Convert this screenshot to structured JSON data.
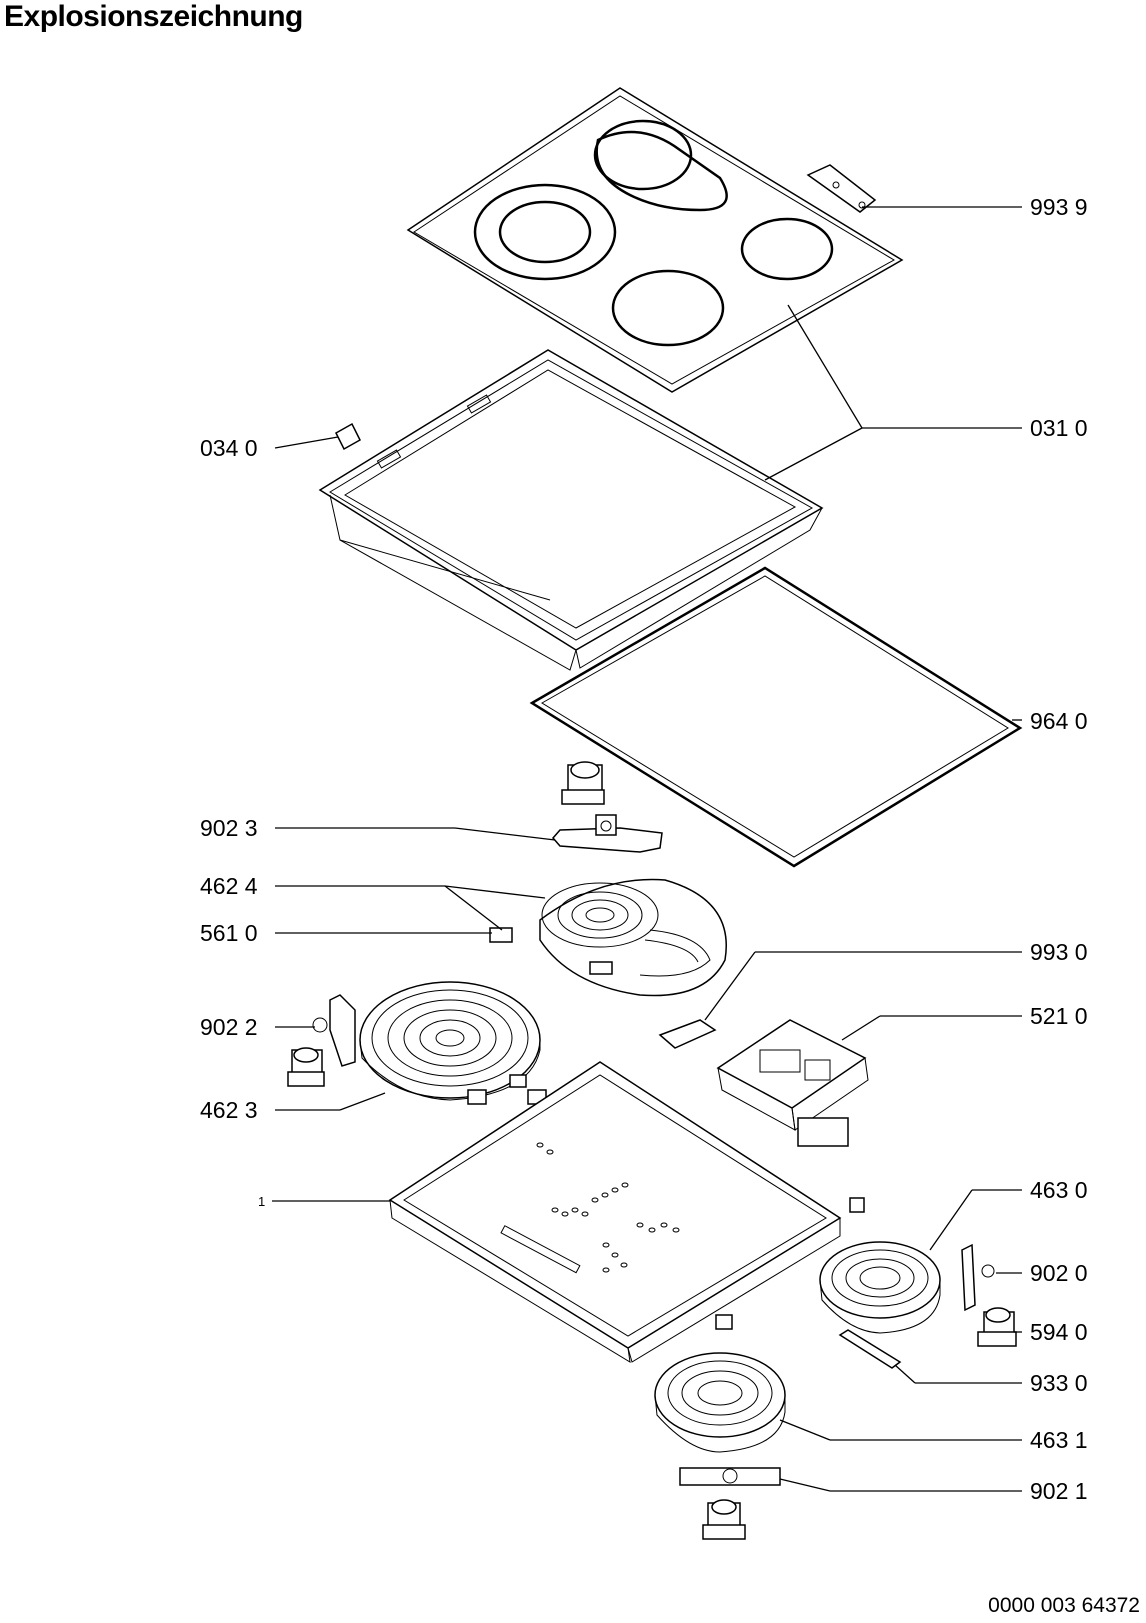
{
  "title": "Explosionszeichnung",
  "document_number": "0000 003 64372",
  "part_labels": {
    "p9939": "993 9",
    "p0310": "031 0",
    "p0340": "034 0",
    "p9640": "964 0",
    "p9023": "902 3",
    "p4624": "462 4",
    "p5610": "561 0",
    "p9930": "993 0",
    "p9022": "902 2",
    "p5210": "521 0",
    "p4623": "462 3",
    "p1": "1",
    "p4630": "463 0",
    "p9020": "902 0",
    "p5940": "594 0",
    "p9330": "933 0",
    "p4631": "463 1",
    "p9021": "902 1"
  }
}
